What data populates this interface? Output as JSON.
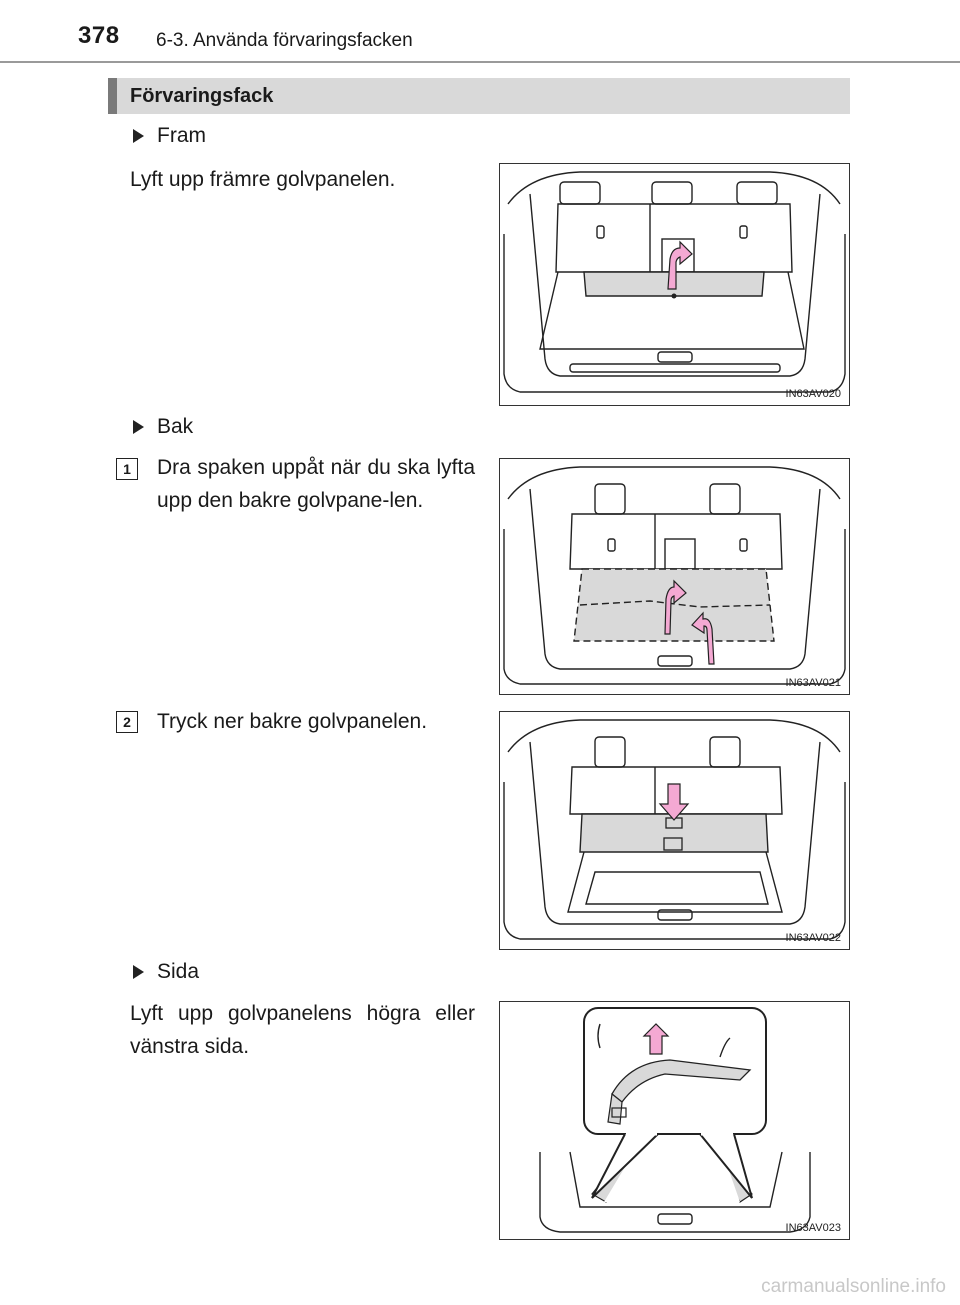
{
  "header": {
    "page_number": "378",
    "chapter_title": "6-3. Använda förvaringsfacken"
  },
  "section": {
    "title": "Förvaringsfack"
  },
  "blocks": {
    "front": {
      "label": "Fram",
      "text": "Lyft upp främre golvpanelen.",
      "figure_code": "IN63AV020"
    },
    "rear": {
      "label": "Bak",
      "steps": [
        {
          "number": "1",
          "text": "Dra spaken uppåt när du ska lyfta upp den bakre golvpane-len.",
          "figure_code": "IN63AV021"
        },
        {
          "number": "2",
          "text": "Tryck ner bakre golvpanelen.",
          "figure_code": "IN63AV022"
        }
      ]
    },
    "side": {
      "label": "Sida",
      "text": "Lyft upp golvpanelens högra eller vänstra sida.",
      "figure_code": "IN63AV023"
    }
  },
  "colors": {
    "arrow": "#f4a9d3",
    "panel_fill": "#d9d9d9",
    "section_bar": "#d9d9d9",
    "section_accent": "#7a7a7a"
  },
  "footer": {
    "watermark": "carmanualsonline.info"
  }
}
